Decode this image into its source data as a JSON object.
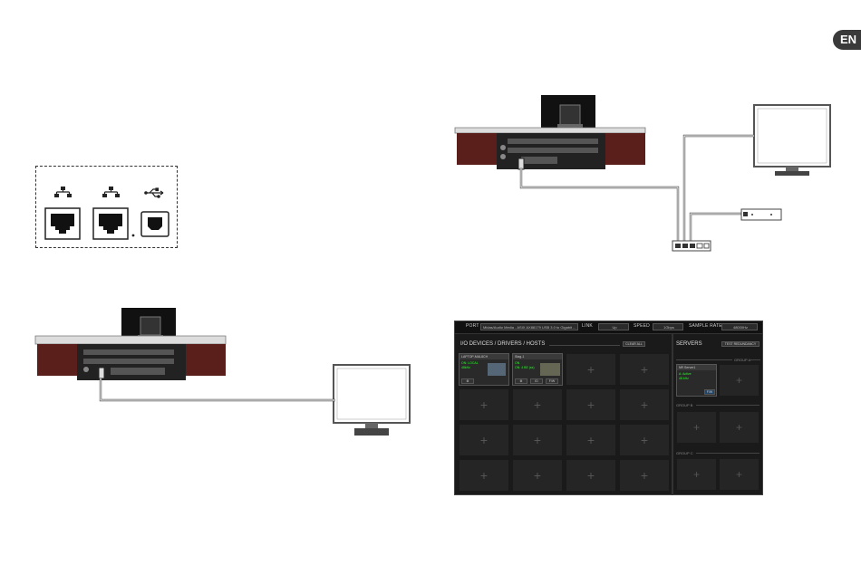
{
  "language_badge": "EN",
  "port_panel": {
    "icons": [
      "network-icon",
      "network-icon",
      "usb-icon"
    ]
  },
  "software": {
    "topbar": {
      "port_label": "PORT",
      "port_value": "Midas/Audio Media - ASIX AX88179 USB 3.0 to Gigabit ...",
      "link_label": "LINK",
      "link_value": "Up",
      "speed_label": "SPEED",
      "speed_value": "1Gbps",
      "sample_rate_label": "SAMPLE RATE",
      "sample_rate_value": "48000Hz"
    },
    "io_section": {
      "title": "I/O DEVICES / DRIVERS / HOSTS",
      "clear_all": "CLEAR ALL",
      "device1": {
        "name": "LAPTOP-MAL8CH",
        "line1": "ON: LOCAL",
        "line2": "48kHz",
        "btn": "⚙"
      },
      "device2": {
        "name": "Stag-1",
        "line1": "ON",
        "line2": "ON: 4 BE (ss)",
        "btn1": "⚙",
        "btn2": "ID",
        "btn3": "F/W"
      },
      "plus": "+"
    },
    "servers_section": {
      "title": "SERVERS",
      "test_redundancy": "TEST REDUNDANCY",
      "group_a": "GROUP A",
      "group_b": "GROUP B",
      "group_c": "GROUP C",
      "server1": {
        "name": "NR Server1",
        "line1": "A: Active",
        "line2": "48 kHz",
        "btn": "F/W"
      },
      "plus": "+"
    }
  }
}
